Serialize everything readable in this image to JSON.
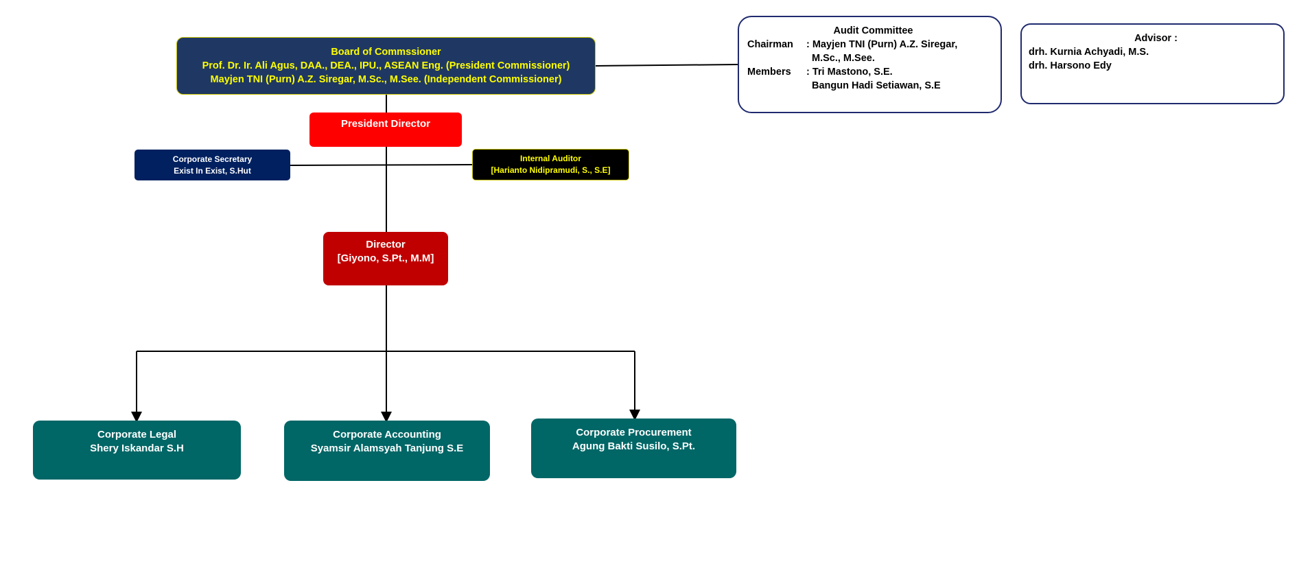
{
  "board": {
    "title": "Board of Commssioner",
    "line1": "Prof. Dr. Ir. Ali Agus, DAA., DEA., IPU., ASEAN Eng.  (President Commissioner)",
    "line2": "Mayjen TNI (Purn) A.Z. Siregar, M.Sc., M.See. (Independent Commissioner)"
  },
  "president_director": {
    "title": "President Director"
  },
  "corporate_secretary": {
    "title": "Corporate Secretary",
    "name": "Exist In Exist, S.Hut"
  },
  "internal_auditor": {
    "title": "Internal Auditor",
    "name": "[Harianto Nidipramudi, S., S.E]"
  },
  "director": {
    "title": "Director",
    "name": "[Giyono, S.Pt., M.M]"
  },
  "corporate_legal": {
    "title": "Corporate Legal",
    "name": "Shery Iskandar S.H"
  },
  "corporate_accounting": {
    "title": "Corporate Accounting",
    "name": "Syamsir Alamsyah Tanjung S.E"
  },
  "corporate_procurement": {
    "title": "Corporate Procurement",
    "name": "Agung Bakti Susilo, S.Pt."
  },
  "audit_committee": {
    "title": "Audit Committee",
    "chairman_label": "Chairman",
    "chairman_line1": ": Mayjen TNI (Purn) A.Z. Siregar,",
    "chairman_line2": "M.Sc., M.See.",
    "members_label": "Members",
    "member1": ": Tri Mastono, S.E.",
    "member2": "Bangun Hadi Setiawan, S.E"
  },
  "advisor": {
    "title": "Advisor :",
    "name1": "drh. Kurnia Achyadi, M.S.",
    "name2": "drh. Harsono Edy"
  },
  "colors": {
    "board_fill": "#1f3863",
    "board_text": "#ffff00",
    "president_fill": "#ff0000",
    "secretary_fill": "#002060",
    "auditor_fill": "#000000",
    "director_fill": "#c00000",
    "unit_fill": "#006666",
    "panel_border": "#1f2a6e"
  }
}
